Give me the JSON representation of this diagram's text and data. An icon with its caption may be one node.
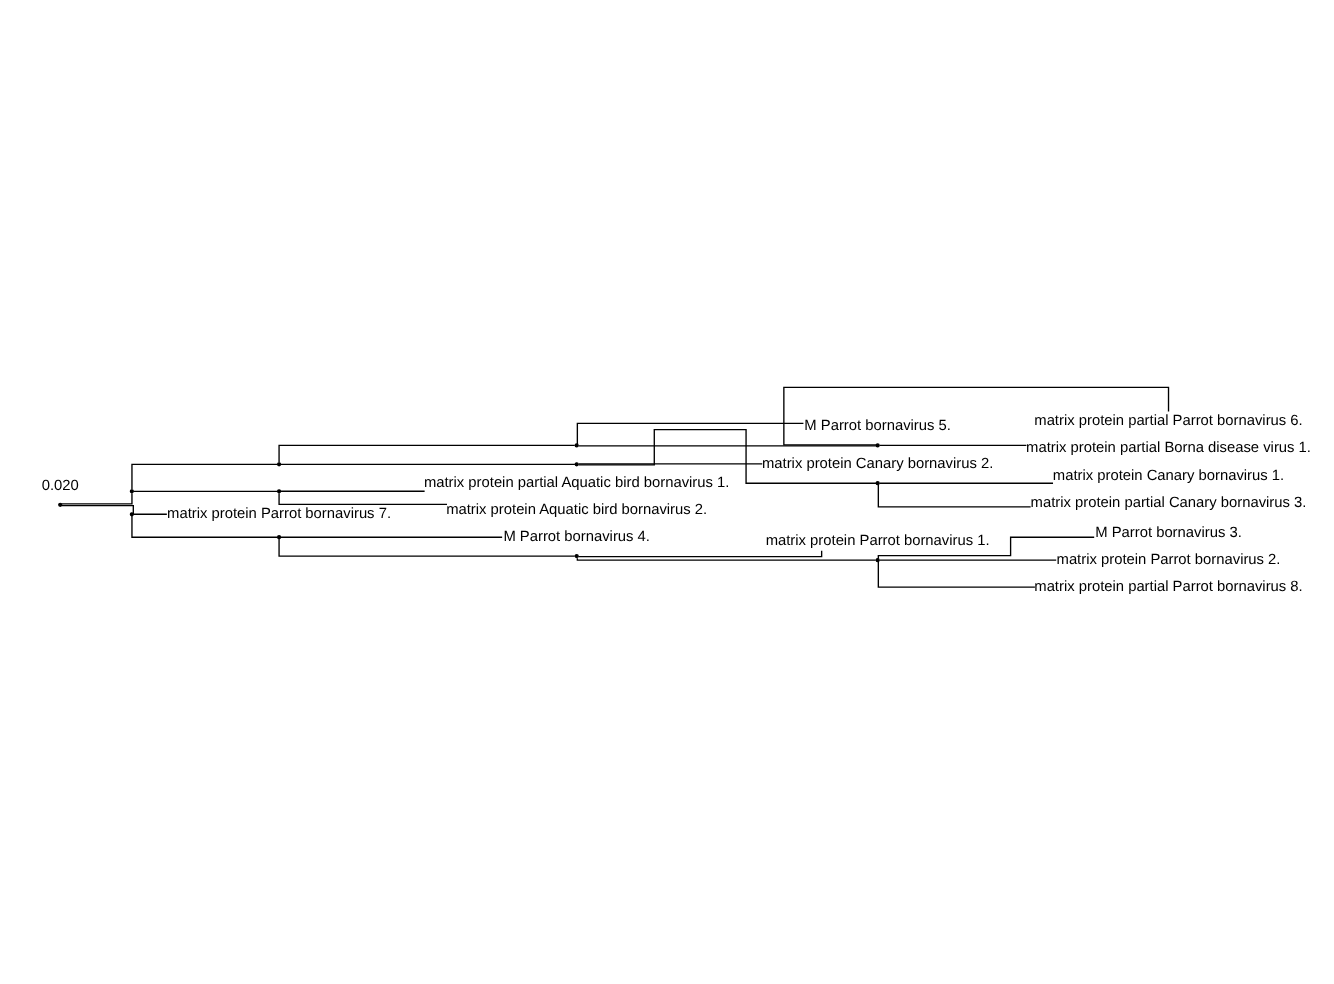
{
  "diagram": {
    "nodes": [
      {
        "text": [
          "matrix protein partial Parrot bornavirus 6."
        ]
      },
      {
        "text": [
          "matrix protein partial Borna disease virus 1."
        ]
      },
      {
        "text": [
          "M Parrot bornavirus 5."
        ]
      },
      {
        "text": [
          "matrix protein Canary bornavirus 2."
        ]
      },
      {
        "text": [
          "matrix protein Canary bornavirus 1."
        ]
      },
      {
        "text": [
          "matrix protein partial Canary bornavirus 3."
        ]
      },
      {
        "text": [
          "matrix protein partial Aquatic bird bornavirus 1."
        ]
      },
      {
        "text": [
          "matrix protein Aquatic bird bornavirus 2."
        ]
      },
      {
        "text": [
          "matrix protein Parrot bornavirus 7."
        ]
      },
      {
        "text": [
          "M Parrot bornavirus 4."
        ]
      },
      {
        "text": [
          "matrix protein Parrot bornavirus 1."
        ]
      },
      {
        "text": [
          "M Parrot bornavirus 3."
        ]
      },
      {
        "text": [
          "matrix protein Parrot bornavirus 2."
        ]
      },
      {
        "text": [
          "matrix protein partial Parrot bornavirus 8."
        ]
      },
      {
        "text": [],
        "shape": "point"
      },
      {
        "text": [],
        "shape": "point"
      },
      {
        "text": [],
        "shape": "point"
      },
      {
        "text": [],
        "shape": "point"
      },
      {
        "text": [],
        "shape": "point"
      },
      {
        "text": [],
        "shape": "point"
      },
      {
        "text": [],
        "shape": "point"
      },
      {
        "text": [],
        "shape": "point"
      },
      {
        "text": [],
        "shape": "point"
      },
      {
        "text": [],
        "shape": "point"
      },
      {
        "text": [],
        "shape": "point"
      },
      {
        "text": [],
        "shape": "point"
      }
    ],
    "edges": [
      {
        "from": 14,
        "to": 15,
        "arrow": "none"
      },
      {
        "from": 14,
        "to": 22,
        "arrow": "none"
      },
      {
        "from": 15,
        "to": 16,
        "arrow": "none"
      },
      {
        "from": 15,
        "to": 21,
        "arrow": "none"
      },
      {
        "from": 16,
        "to": 17,
        "arrow": "none"
      },
      {
        "from": 16,
        "to": 19,
        "arrow": "none"
      },
      {
        "from": 17,
        "to": 18,
        "arrow": "none"
      },
      {
        "from": 17,
        "to": 2,
        "arrow": "none"
      },
      {
        "from": 18,
        "to": 0,
        "arrow": "none"
      },
      {
        "from": 18,
        "to": 1,
        "arrow": "none"
      },
      {
        "from": 19,
        "to": 3,
        "arrow": "none"
      },
      {
        "from": 19,
        "to": 20,
        "arrow": "none"
      },
      {
        "from": 20,
        "to": 4,
        "arrow": "none"
      },
      {
        "from": 20,
        "to": 5,
        "arrow": "none"
      },
      {
        "from": 21,
        "to": 6,
        "arrow": "none"
      },
      {
        "from": 21,
        "to": 7,
        "arrow": "none"
      },
      {
        "from": 22,
        "to": 8,
        "arrow": "none"
      },
      {
        "from": 22,
        "to": 23,
        "arrow": "none"
      },
      {
        "from": 23,
        "to": 9,
        "arrow": "none"
      },
      {
        "from": 23,
        "to": 24,
        "arrow": "none"
      },
      {
        "from": 24,
        "to": 10,
        "arrow": "none"
      },
      {
        "from": 24,
        "to": 25,
        "arrow": "none"
      },
      {
        "from": 25,
        "to": 11,
        "arrow": "none"
      },
      {
        "from": 25,
        "to": 12,
        "arrow": "none"
      },
      {
        "from": 25,
        "to": 13,
        "arrow": "none"
      }
    ],
    "labels": [
      "0.020"
    ]
  }
}
